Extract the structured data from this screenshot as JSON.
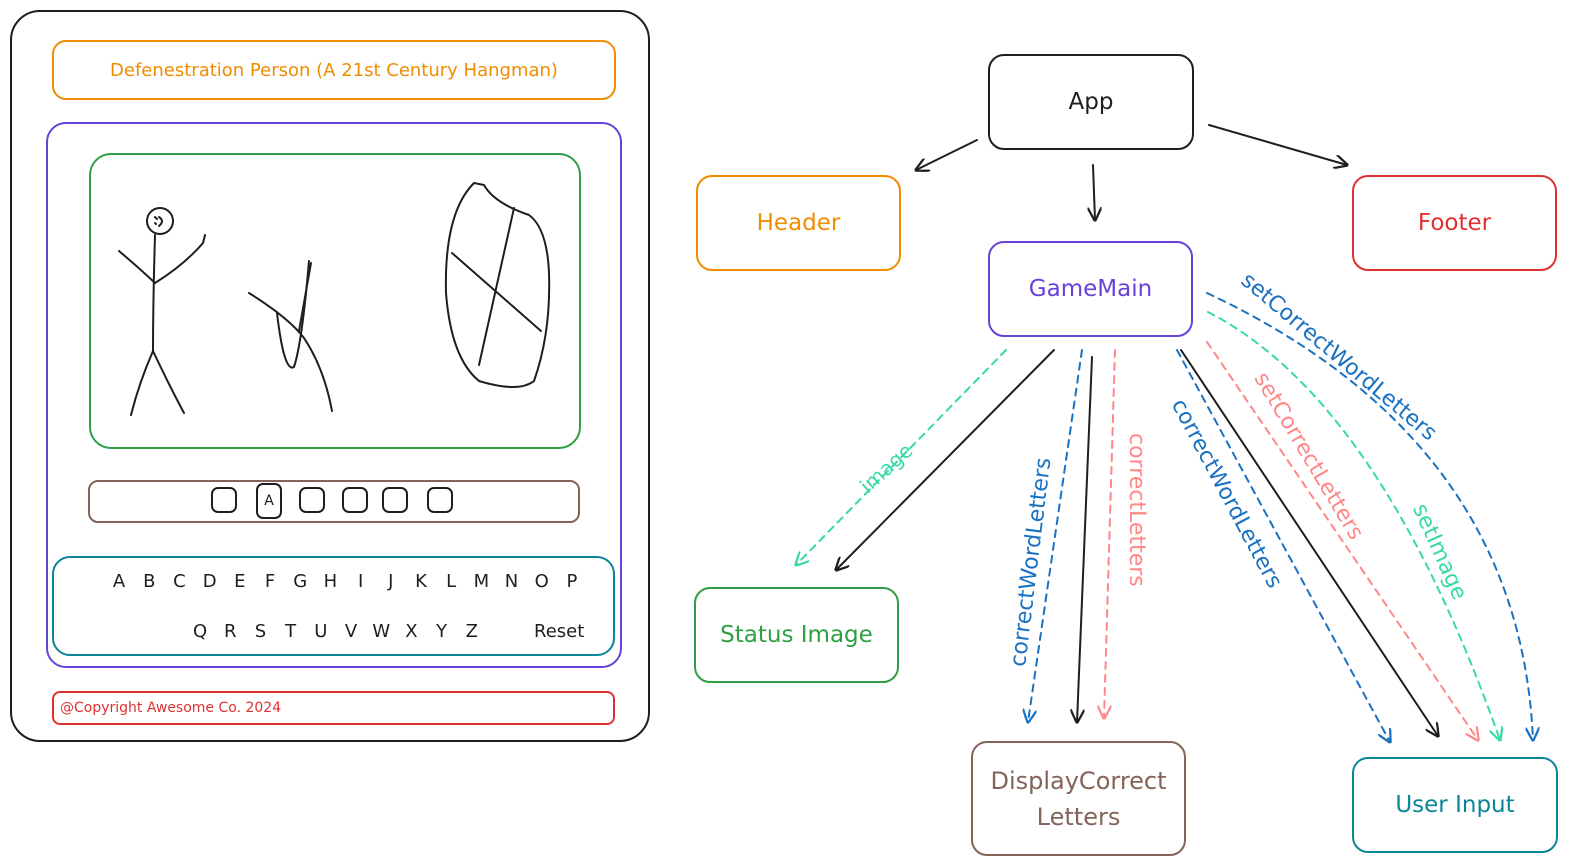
{
  "wireframe": {
    "title": "Defenestration Person (A 21st Century Hangman)",
    "revealed_letter": "A",
    "alphabet_row1": [
      "A",
      "B",
      "C",
      "D",
      "E",
      "F",
      "G",
      "H",
      "I",
      "J",
      "K",
      "L",
      "M",
      "N",
      "O",
      "P"
    ],
    "alphabet_row2": [
      "Q",
      "R",
      "S",
      "T",
      "U",
      "V",
      "W",
      "X",
      "Y",
      "Z"
    ],
    "reset_label": "Reset",
    "copyright": "@Copyright Awesome Co. 2024"
  },
  "components": {
    "app": "App",
    "header": "Header",
    "footer": "Footer",
    "gamemain": "GameMain",
    "status_image": "Status Image",
    "display_line1": "DisplayCorrect",
    "display_line2": "Letters",
    "user_input": "User Input"
  },
  "edge_labels": {
    "image": "image",
    "correct_word_letters_a": "correctWordLetters",
    "correct_letters": "correctLetters",
    "correct_word_letters_b": "correctWordLetters",
    "set_correct_letters": "setCorrectLetters",
    "set_image": "setImage",
    "set_correct_word_letters": "setCorrectWordLetters"
  },
  "colors": {
    "black": "#1e1e1e",
    "orange": "#f08c00",
    "red": "#e03131",
    "violet": "#6741d9",
    "green": "#2f9e44",
    "brown": "#846358",
    "teal": "#0c8599",
    "blue": "#1971c2",
    "mint": "#38d9a9",
    "salmon": "#ff8787"
  }
}
